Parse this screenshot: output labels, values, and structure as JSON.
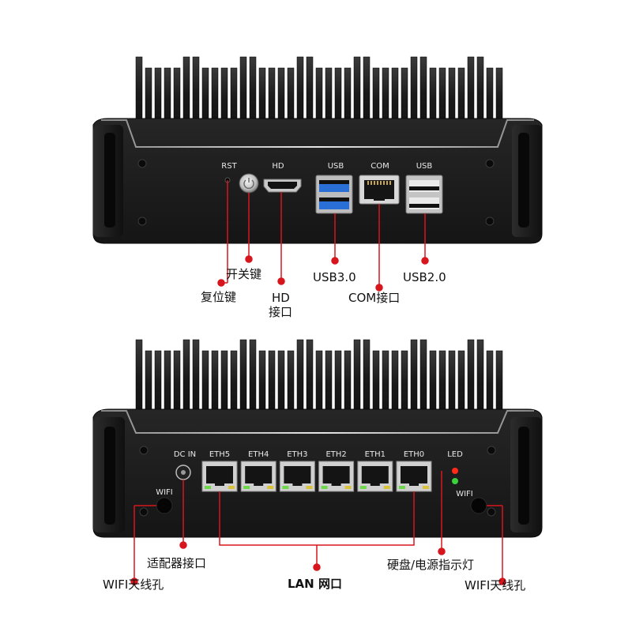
{
  "top_unit": {
    "port_labels": {
      "rst": "RST",
      "hd": "HD",
      "usb3": "USB",
      "com": "COM",
      "usb2": "USB"
    },
    "callouts": {
      "power_key": "开关键",
      "reset_key": "复位键",
      "hd_line1": "HD",
      "hd_line2": "接口",
      "usb30": "USB3.0",
      "com_port": "COM接口",
      "usb20": "USB2.0"
    }
  },
  "bottom_unit": {
    "port_labels": {
      "dc_in": "DC  IN",
      "eth": [
        "ETH5",
        "ETH4",
        "ETH3",
        "ETH2",
        "ETH1",
        "ETH0"
      ],
      "led": "LED",
      "wifi_left": "WIFI",
      "wifi_right": "WIFI"
    },
    "callouts": {
      "adapter": "适配器接口",
      "wifi_left": "WIFI天线孔",
      "lan": "LAN 网口",
      "led": "硬盘/电源指示灯",
      "wifi_right": "WIFI天线孔"
    }
  },
  "colors": {
    "callout_red": "#d6161c",
    "usb3_blue": "#2a6fd6",
    "chassis": "#141414",
    "led_red": "#ff2a1a",
    "led_green": "#3bd13b"
  }
}
